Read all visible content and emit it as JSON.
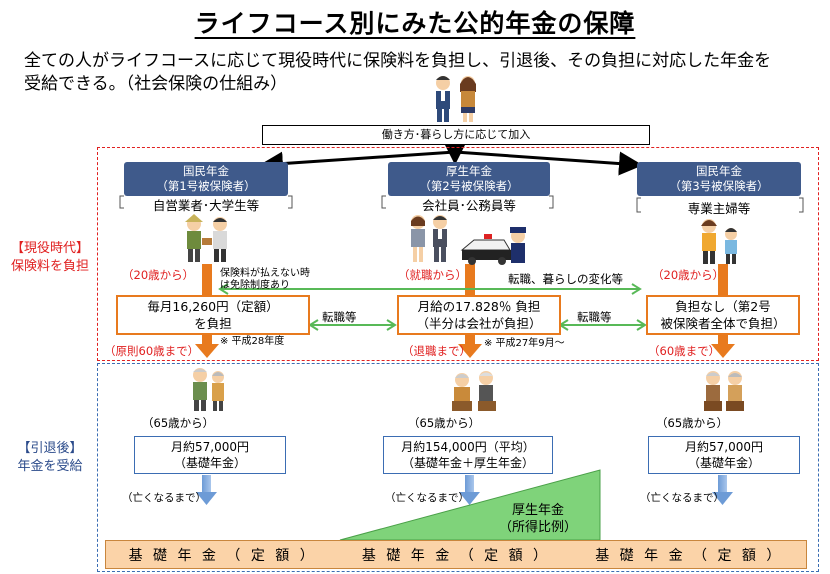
{
  "title": "ライフコース別にみた公的年金の保障",
  "intro_line1": "全ての人がライフコースに応じて現役時代に保険料を負担し、引退後、その負担に対応した年金を",
  "intro_line2": "受給できる。（社会保険の仕組み）",
  "join_label": "働き方･暮らし方に応じて加入",
  "side_working": [
    "【現役時代】",
    "保険料を負担"
  ],
  "side_retired": [
    "【引退後】",
    "年金を受給"
  ],
  "columns": [
    {
      "header": [
        "国民年金",
        "（第1号被保険者）"
      ],
      "type": "自営業者･大学生等",
      "start_age": "（20歳から）",
      "note": [
        "保険料が払えない時",
        "は免除制度あり"
      ],
      "premium": [
        "毎月16,260円（定額）",
        "を負担"
      ],
      "premium_note": "※ 平成28年度",
      "end_age": "（原則60歳まで）",
      "benefit_age": "（65歳から）",
      "benefit": [
        "月約57,000円",
        "（基礎年金）"
      ],
      "until": "（亡くなるまで）"
    },
    {
      "header": [
        "厚生年金",
        "（第2号被保険者）"
      ],
      "type": "会社員･公務員等",
      "start_age": "（就職から）",
      "premium": [
        "月給の17.828％ 負担",
        "（半分は会社が負担）"
      ],
      "premium_note": "※ 平成27年9月～",
      "end_age": "（退職まで）",
      "benefit_age": "（65歳から）",
      "benefit": [
        "月約154,000円（平均）",
        "（基礎年金＋厚生年金）"
      ],
      "until": "（亡くなるまで）"
    },
    {
      "header": [
        "国民年金",
        "（第3号被保険者）"
      ],
      "type": "専業主婦等",
      "start_age": "（20歳から）",
      "premium": [
        "負担なし（第2号",
        "被保険者全体で負担）"
      ],
      "end_age": "（60歳まで）",
      "benefit_age": "（65歳から）",
      "benefit": [
        "月約57,000円",
        "（基礎年金）"
      ],
      "until": "（亡くなるまで）"
    }
  ],
  "transfer_top": "転職、暮らしの変化等",
  "transfer_left": "転職等",
  "transfer_right": "転職等",
  "kousei_wedge": [
    "厚生年金",
    "（所得比例）"
  ],
  "kiso_label": "基 礎 年 金 （ 定 額 ）",
  "colors": {
    "orange": "#e87a1e",
    "header_blue": "#3f5a8b",
    "red": "#e02020",
    "green": "#7fd37a",
    "kiso_fill": "#fbd3a8"
  }
}
